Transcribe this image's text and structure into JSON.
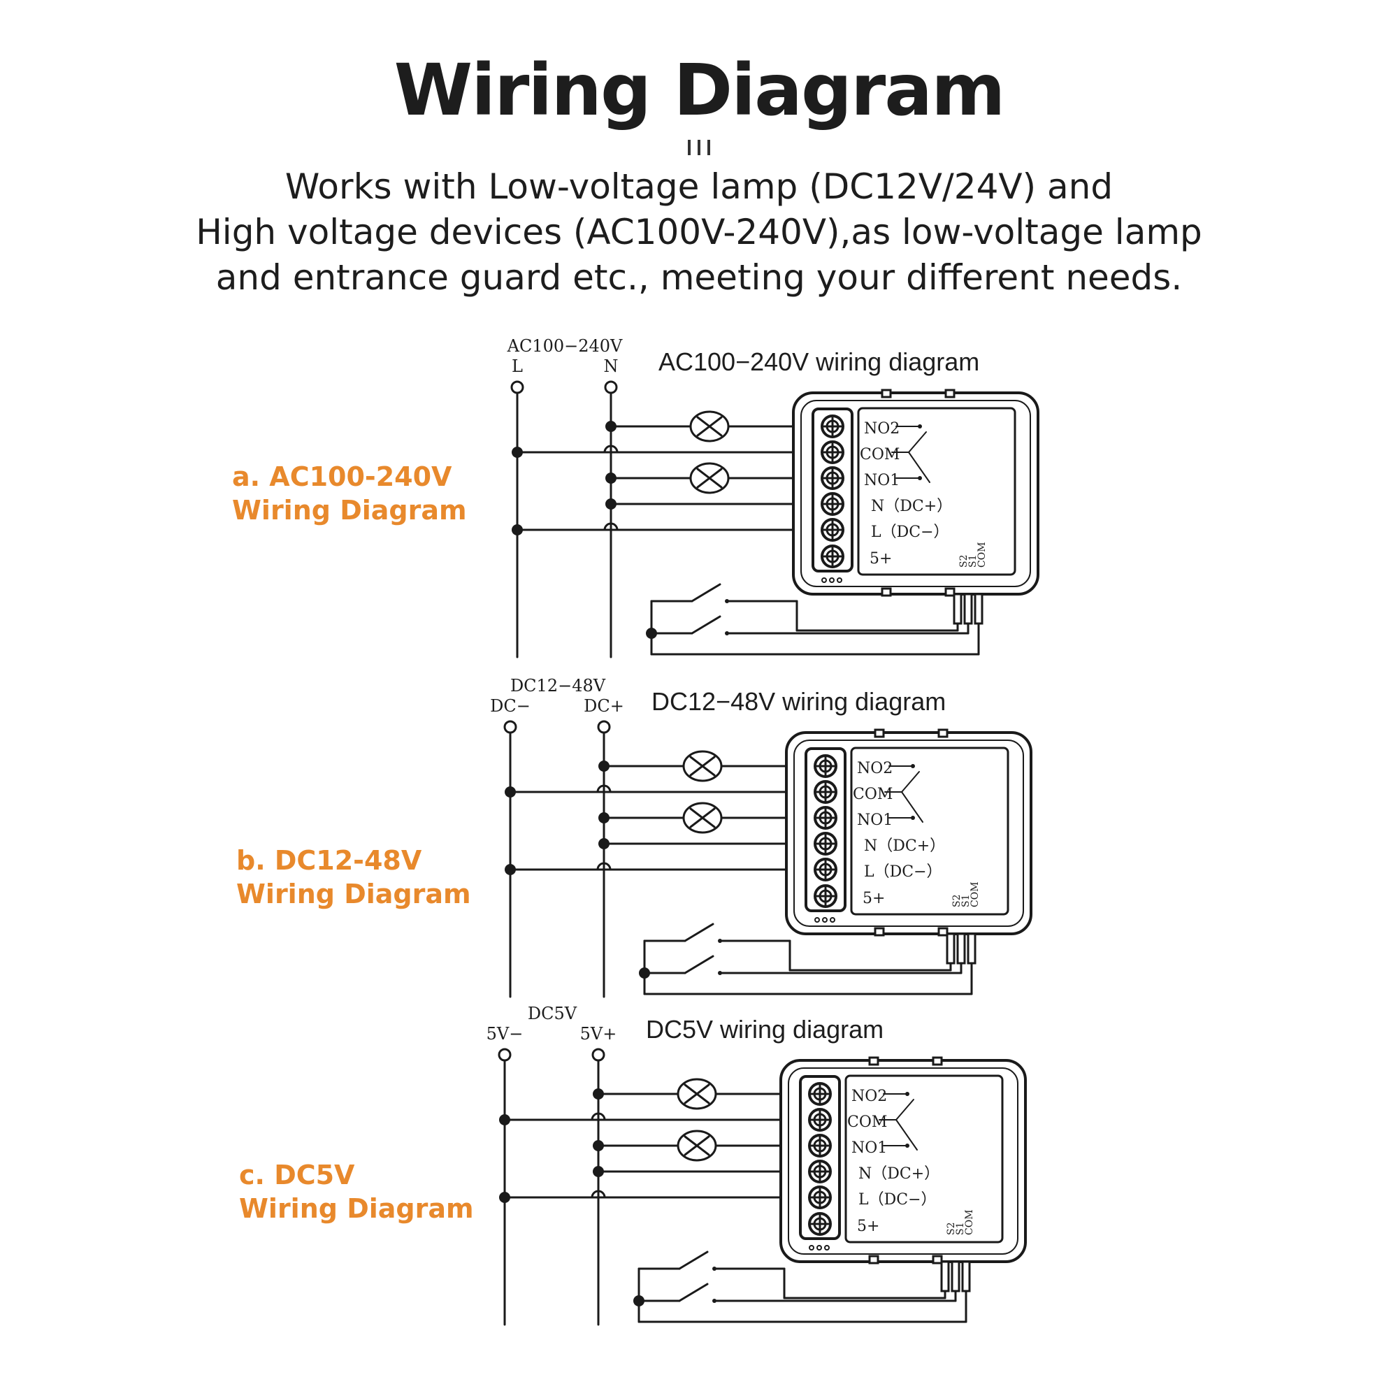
{
  "title": "Wiring Diagram",
  "subtitle_lines": [
    "Works with Low-voltage lamp (DC12V/24V) and",
    "High voltage devices (AC100V-240V),as low-voltage lamp",
    "and entrance guard etc., meeting your different needs."
  ],
  "colors": {
    "accent": "#E8892C",
    "text": "#1D1D1D",
    "line": "#1A1A1A"
  },
  "terminal_labels": [
    "NO2",
    "COM",
    "NO1",
    "N（DC+）",
    "L（DC−）",
    "5+"
  ],
  "switch_port_labels": [
    "S2",
    "S1",
    "COM"
  ],
  "diagrams": [
    {
      "side_label_line1": "a. AC100-240V",
      "side_label_line2": "Wiring Diagram",
      "supply_label": "AC100−240V",
      "left_rail": "L",
      "right_rail": "N",
      "heading": "AC100−240V wiring diagram"
    },
    {
      "side_label_line1": "b. DC12-48V",
      "side_label_line2": "Wiring Diagram",
      "supply_label": "DC12−48V",
      "left_rail": "DC−",
      "right_rail": "DC+",
      "heading": "DC12−48V wiring diagram"
    },
    {
      "side_label_line1": "c. DC5V",
      "side_label_line2": "Wiring Diagram",
      "supply_label": "DC5V",
      "left_rail": "5V−",
      "right_rail": "5V+",
      "heading": "DC5V wiring diagram"
    }
  ]
}
